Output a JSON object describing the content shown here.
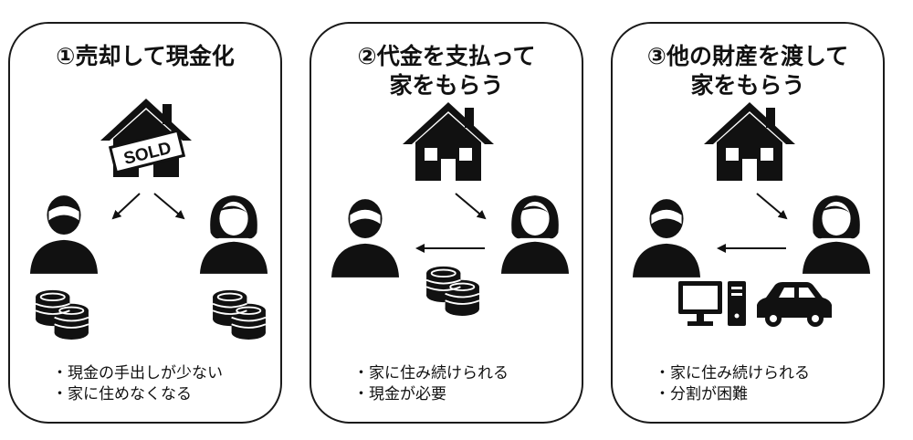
{
  "panels": [
    {
      "title_lines": [
        "①売却して現金化"
      ],
      "sign_text": "SOLD",
      "bullets": [
        "・現金の手出しが少ない",
        "・家に住めなくなる"
      ]
    },
    {
      "title_lines": [
        "②代金を支払って",
        "家をもらう"
      ],
      "bullets": [
        "・家に住み続けられる",
        "・現金が必要"
      ]
    },
    {
      "title_lines": [
        "③他の財産を渡して",
        "家をもらう"
      ],
      "bullets": [
        "・家に住み続けられる",
        "・分割が困難"
      ]
    }
  ],
  "colors": {
    "ink": "#111111",
    "border": "#1a1a1a",
    "background": "#ffffff"
  }
}
